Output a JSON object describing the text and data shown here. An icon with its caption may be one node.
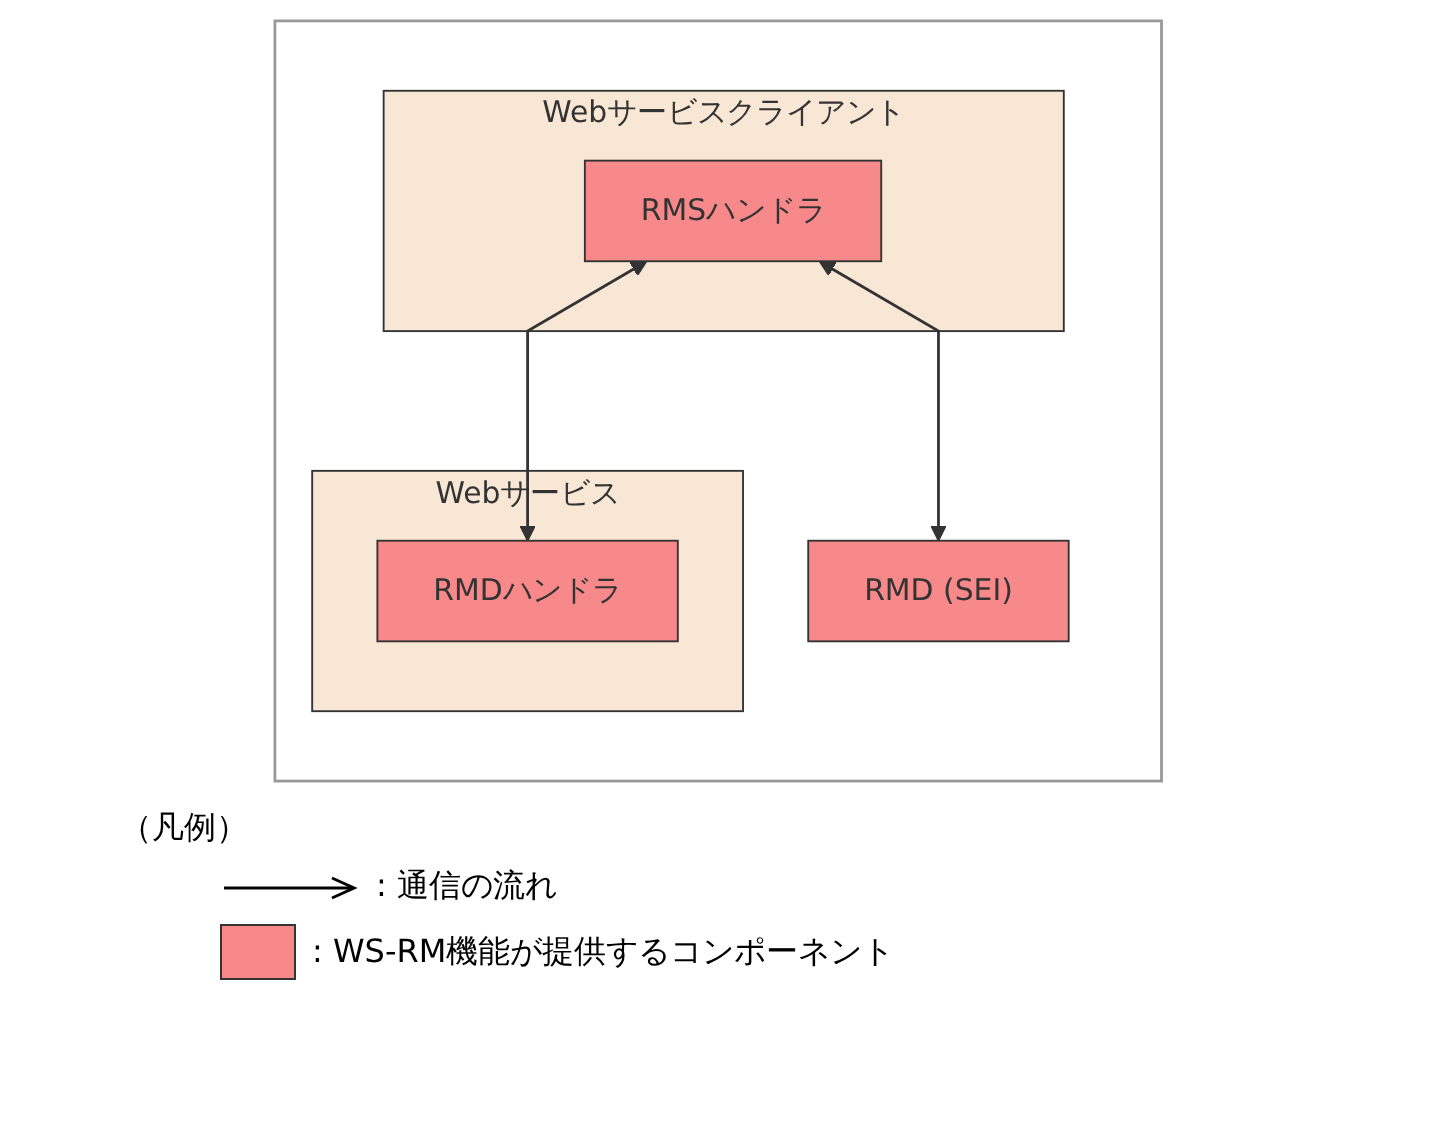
{
  "diagram": {
    "nodes": [
      {
        "text": [],
        "shape": "box"
      },
      {
        "text": [
          "RMD (SEI)"
        ],
        "in": 0
      },
      {
        "text": [
          "Webサービスクライアント"
        ],
        "in": 0
      },
      {
        "text": [
          "RMSハンドラ"
        ],
        "in": 2
      },
      {
        "text": [
          "Webサービス"
        ],
        "in": 0
      },
      {
        "text": [
          "RMDハンドラ"
        ],
        "in": 4
      }
    ],
    "edges": [
      {
        "from": 3,
        "to": 5,
        "arrow": "both"
      },
      {
        "from": 3,
        "to": 1,
        "arrow": "both"
      }
    ],
    "labels": [
      "（凡例）"
    ],
    "legend": [
      {
        "text": ": 通信の流れ"
      },
      {
        "text": ": WS-RM機能が提供するコンポーネント",
        "color": "#f8898a"
      }
    ]
  }
}
